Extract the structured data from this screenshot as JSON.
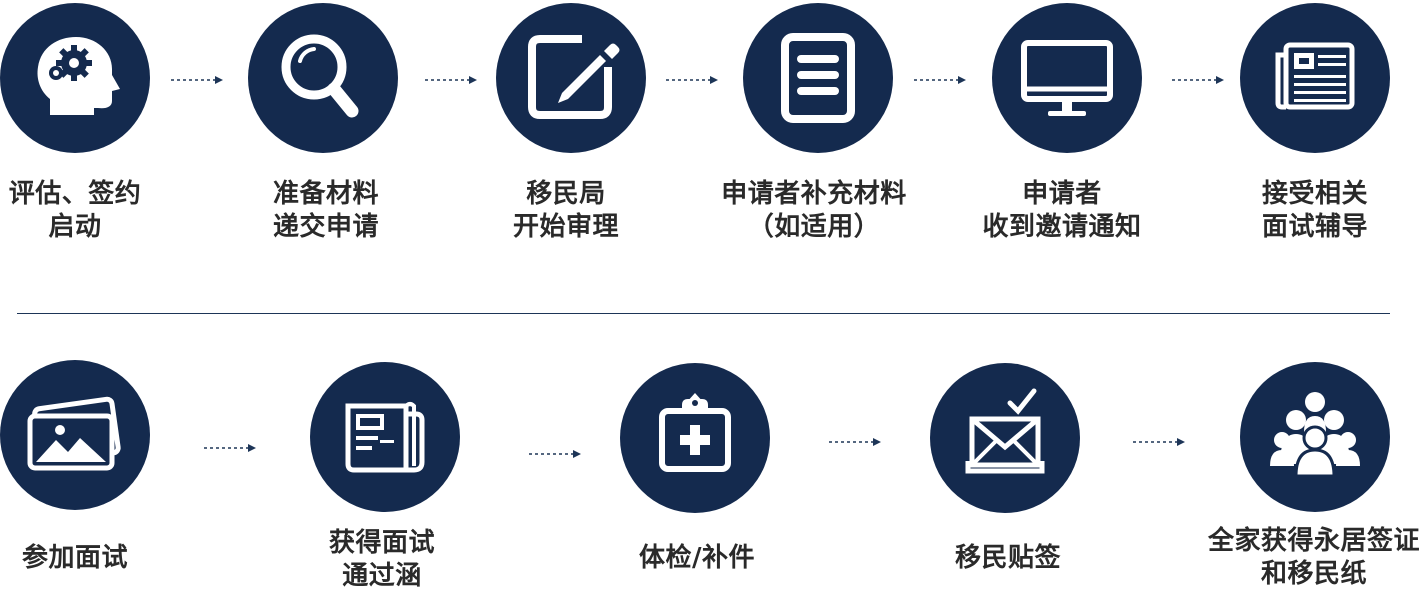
{
  "colors": {
    "circle": "#142a4e",
    "icon": "#ffffff",
    "text": "#2a2a2a",
    "arrow": "#1d3557"
  },
  "row1": [
    {
      "icon": "head-gear-icon",
      "lines": [
        "评估、签约",
        "启动"
      ]
    },
    {
      "icon": "magnifier-icon",
      "lines": [
        "准备材料",
        "递交申请"
      ]
    },
    {
      "icon": "edit-icon",
      "lines": [
        "移民局",
        "开始审理"
      ]
    },
    {
      "icon": "document-list-icon",
      "lines": [
        "申请者补充材料",
        "（如适用）"
      ]
    },
    {
      "icon": "monitor-icon",
      "lines": [
        "申请者",
        "收到邀请通知"
      ]
    },
    {
      "icon": "newspaper-icon",
      "lines": [
        "接受相关",
        "面试辅导"
      ]
    }
  ],
  "row2": [
    {
      "icon": "photos-icon",
      "lines": [
        "参加面试"
      ]
    },
    {
      "icon": "notebook-icon",
      "lines": [
        "获得面试",
        "通过涵"
      ]
    },
    {
      "icon": "medical-clipboard-icon",
      "lines": [
        "体检/补件"
      ]
    },
    {
      "icon": "mail-check-icon",
      "lines": [
        "移民贴签"
      ]
    },
    {
      "icon": "family-group-icon",
      "lines": [
        "全家获得永居签证",
        "和移民纸"
      ]
    }
  ]
}
